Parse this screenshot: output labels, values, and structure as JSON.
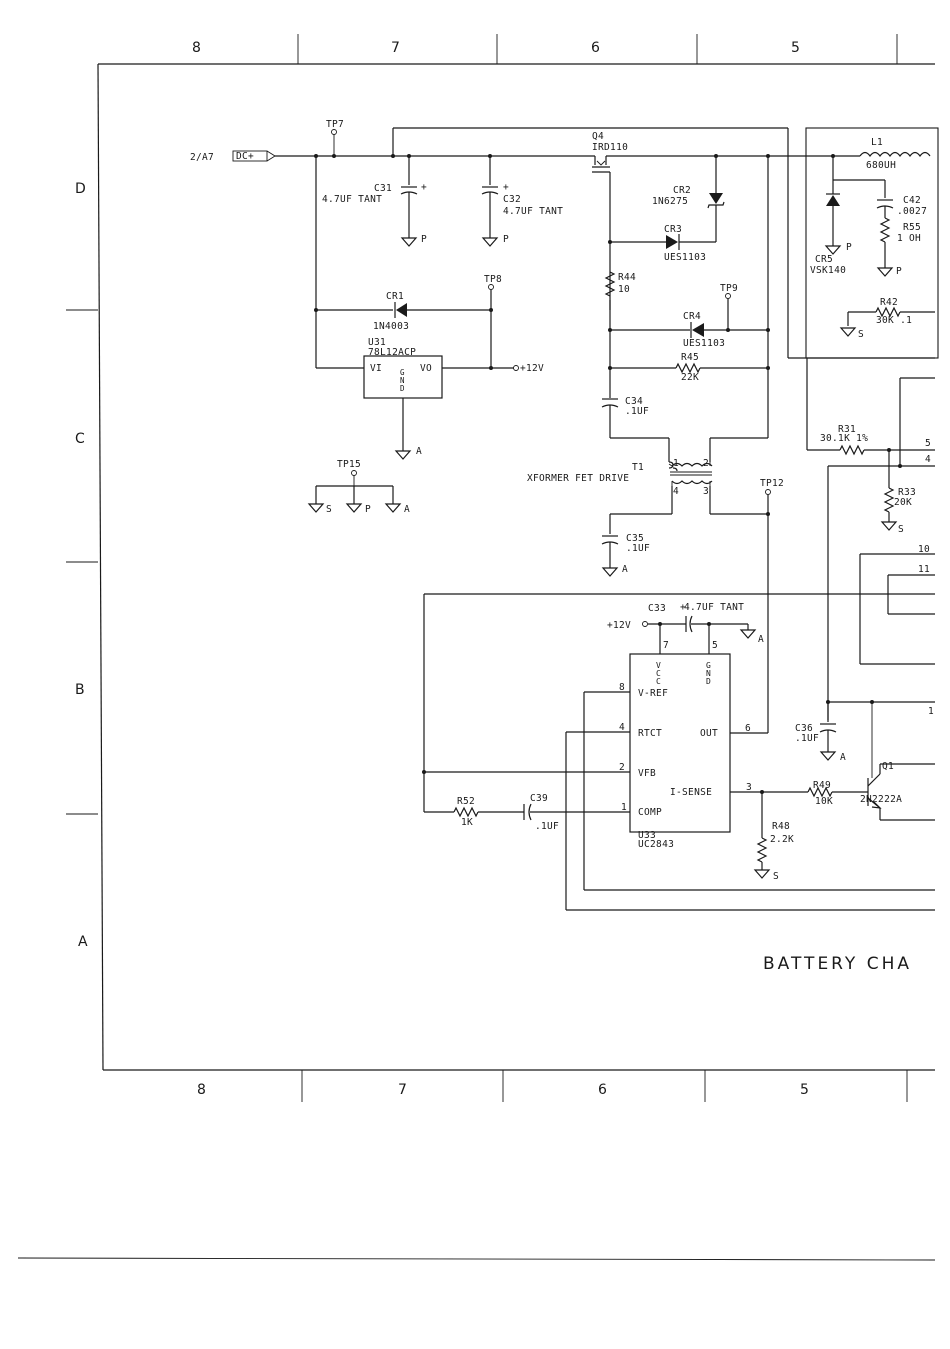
{
  "border": {
    "top_zones": [
      "8",
      "7",
      "6",
      "5"
    ],
    "bottom_zones": [
      "8",
      "7",
      "6",
      "5"
    ],
    "left_rows": [
      "D",
      "C",
      "B",
      "A"
    ]
  },
  "title_block": {
    "title": "BATTERY CHA"
  },
  "labels": {
    "net_2a7": "2/A7",
    "dc_plus": "DC+",
    "tp7": "TP7",
    "tp8": "TP8",
    "tp9": "TP9",
    "tp12": "TP12",
    "tp15": "TP15",
    "c31": "C31",
    "c31_val": "4.7UF TANT",
    "c32": "C32",
    "c32_val": "4.7UF TANT",
    "cr1": "CR1",
    "cr1_val": "1N4003",
    "u31": "U31",
    "u31_val": "78L12ACP",
    "vi": "VI",
    "vo": "VO",
    "gnd_v": "GND",
    "plus12v": "+12V",
    "q4": "Q4",
    "q4_val": "IRD110",
    "cr2": "CR2",
    "cr2_val": "1N6275",
    "cr3": "CR3",
    "cr3_val": "UES1103",
    "r44": "R44",
    "r44_val": "10",
    "cr4": "CR4",
    "cr4_val": "UES1103",
    "r45": "R45",
    "r45_val": "22K",
    "c34": "C34",
    "c34_val": ".1UF",
    "t1": "T1",
    "t1_desc": "XFORMER FET DRIVE",
    "t1_p1": "1",
    "t1_p2": "2",
    "t1_p3": "3",
    "t1_p4": "4",
    "c35": "C35",
    "c35_val": ".1UF",
    "l1": "L1",
    "l1_val": "680UH",
    "cr5": "CR5",
    "cr5_val": "VSK140",
    "c42": "C42",
    "c42_val": ".0027",
    "r55": "R55",
    "r55_val": "1 OH",
    "r42": "R42",
    "r42_val": "30K .1",
    "r31": "R31",
    "r31_val": "30.1K 1%",
    "r33": "R33",
    "r33_val": "20K",
    "c33": "C33",
    "c33_val": "4.7UF TANT",
    "plus12v_b": "+12V",
    "u33": "U33",
    "u33_val": "UC2843",
    "vcc": "VCC",
    "gnd_u33": "GND",
    "vref": "V-REF",
    "rtct": "RTCT",
    "vfb": "VFB",
    "comp": "COMP",
    "out": "OUT",
    "isense": "I-SENSE",
    "pin1": "1",
    "pin2": "2",
    "pin3": "3",
    "pin4": "4",
    "pin5": "5",
    "pin6": "6",
    "pin7": "7",
    "pin8": "8",
    "r52": "R52",
    "r52_val": "1K",
    "c39": "C39",
    "c39_val": ".1UF",
    "r49": "R49",
    "r49_val": "10K",
    "r48": "R48",
    "r48_val": "2.2K",
    "c36": "C36",
    "c36_val": ".1UF",
    "q1": "Q1",
    "q1_val": "2N2222A",
    "pin10": "10",
    "pin11": "11",
    "edge_5": "5",
    "edge_4": "4",
    "edge_1": "1",
    "gnd_p": "P",
    "gnd_a": "A",
    "gnd_s": "S"
  }
}
